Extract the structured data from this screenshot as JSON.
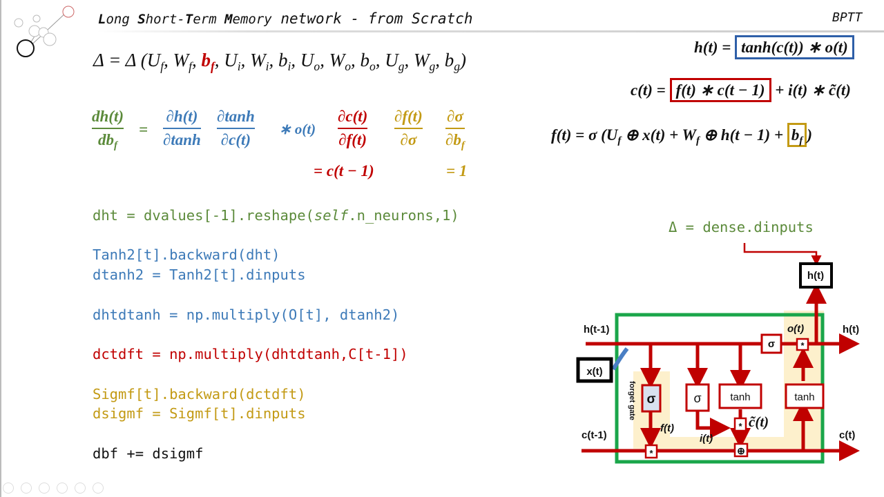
{
  "header": {
    "title_parts": [
      "L",
      "ong ",
      "S",
      "hort-",
      "T",
      "erm ",
      "M",
      "emory",
      " network - from Scratch"
    ],
    "section": "BPTT"
  },
  "delta_equation": {
    "lhs": "Δ = Δ (",
    "params": [
      "U",
      "f",
      ", W",
      "f",
      ", ",
      "b",
      "f",
      ", U",
      "i",
      ", W",
      "i",
      ", b",
      "i",
      ", U",
      "o",
      ", W",
      "o",
      ", b",
      "o",
      ", U",
      "g",
      ", W",
      "g",
      ", b",
      "g",
      ")"
    ]
  },
  "right_equations": {
    "h": {
      "lhs": "h(t) = ",
      "boxed": "tanh(c(t)) ∗ o(t)"
    },
    "c": {
      "lhs": "c(t) = ",
      "boxed": "f(t) ∗ c(t − 1)",
      "rest": " + i(t) ∗ c̃(t)"
    },
    "f": {
      "lhs": "f(t) =  σ (U",
      "s1": "f",
      "mid": " ⊕ x(t) + W",
      "s2": "f",
      "mid2": " ⊕ h(t − 1) + ",
      "boxed": "b",
      "boxed_sub": "f",
      ")": ")"
    }
  },
  "derivative": {
    "lhs_num": "dh(t)",
    "lhs_den": "db",
    "lhs_den_sub": "f",
    "eq": "=",
    "f1_num": "∂h(t)",
    "f1_den": "∂tanh",
    "f2_num": "∂tanh",
    "f2_den": "∂c(t)",
    "times_o": "∗ o(t)",
    "f3_num": "∂c(t)",
    "f3_den": "∂f(t)",
    "f4_num": "∂f(t)",
    "f4_den": "∂σ",
    "f5_num": "∂σ",
    "f5_den": "∂b",
    "f5_den_sub": "f",
    "result_c": "= c(t − 1)",
    "result_1": "= 1"
  },
  "code": [
    {
      "text": "dht    = dvalues[-1].reshape(",
      "kw": "self",
      ".rest": "",
      "rest": ".n_neurons,1)",
      "color": "green"
    },
    {
      "text": "Tanh2[t].backward(dht)",
      "color": "blue"
    },
    {
      "text": "dtanh2 = Tanh2[t].dinputs",
      "color": "blue"
    },
    {
      "text": "dhtdtanh = np.multiply(O[t], dtanh2)",
      "color": "blue"
    },
    {
      "text": "dctdft   = np.multiply(dhtdtanh,C[t-1])",
      "color": "red"
    },
    {
      "text": "Sigmf[t].backward(dctdft)",
      "color": "gold"
    },
    {
      "text": "dsigmf = Sigmf[t].dinputs",
      "color": "gold"
    },
    {
      "text": "dbf += dsigmf",
      "color": "black"
    }
  ],
  "diagram": {
    "delta_label": "Δ = dense.dinputs",
    "h_out_box": "h(t)",
    "h_prev": "h(t-1)",
    "x_in": "x(t)",
    "h_out": "h(t)",
    "o_label": "o(t)",
    "c_prev": "c(t-1)",
    "c_out": "c(t)",
    "forget_gate": "forget gate",
    "f_label": "f(t)",
    "i_label": "i(t)",
    "c_tilde": "c̃(t)",
    "sigma": "σ",
    "tanh": "tanh",
    "mult": "*",
    "plus": "⊕"
  },
  "colors": {
    "green": "#5b8a3a",
    "blue": "#3d7ab8",
    "red": "#c00000",
    "gold": "#c39a14",
    "cell_border": "#1aa64a",
    "highlight": "#fdf0cc"
  }
}
